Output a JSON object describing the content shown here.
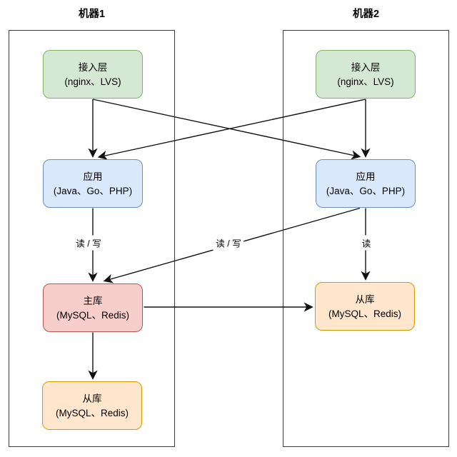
{
  "machines": {
    "machine1": {
      "label": "机器1"
    },
    "machine2": {
      "label": "机器2"
    }
  },
  "nodes": {
    "m1_access": {
      "title": "接入层",
      "subtitle": "(nginx、LVS)"
    },
    "m2_access": {
      "title": "接入层",
      "subtitle": "(nginx、LVS)"
    },
    "m1_app": {
      "title": "应用",
      "subtitle": "(Java、Go、PHP)"
    },
    "m2_app": {
      "title": "应用",
      "subtitle": "(Java、Go、PHP)"
    },
    "m1_master": {
      "title": "主库",
      "subtitle": "(MySQL、Redis)"
    },
    "m2_slave": {
      "title": "从库",
      "subtitle": "(MySQL、Redis)"
    },
    "m1_slave": {
      "title": "从库",
      "subtitle": "(MySQL、Redis)"
    }
  },
  "edges": [
    {
      "from": "m1_access",
      "to": "m1_app",
      "label": ""
    },
    {
      "from": "m1_access",
      "to": "m2_app",
      "label": ""
    },
    {
      "from": "m2_access",
      "to": "m2_app",
      "label": ""
    },
    {
      "from": "m2_access",
      "to": "m1_app",
      "label": ""
    },
    {
      "from": "m1_app",
      "to": "m1_master",
      "label": "读 / 写"
    },
    {
      "from": "m2_app",
      "to": "m1_master",
      "label": "读 / 写"
    },
    {
      "from": "m2_app",
      "to": "m2_slave",
      "label": "读"
    },
    {
      "from": "m1_master",
      "to": "m2_slave",
      "label": ""
    },
    {
      "from": "m1_master",
      "to": "m1_slave",
      "label": ""
    }
  ],
  "colors": {
    "access_fill": "#d5e8d4",
    "access_stroke": "#82b366",
    "app_fill": "#dae8fc",
    "app_stroke": "#6c8ebf",
    "master_fill": "#f8cecc",
    "master_stroke": "#b85450",
    "slave_fill": "#ffe6cc",
    "slave_stroke": "#d79b00",
    "line": "#111111",
    "machine_border": "#3a3a3a",
    "background": "#ffffff"
  }
}
